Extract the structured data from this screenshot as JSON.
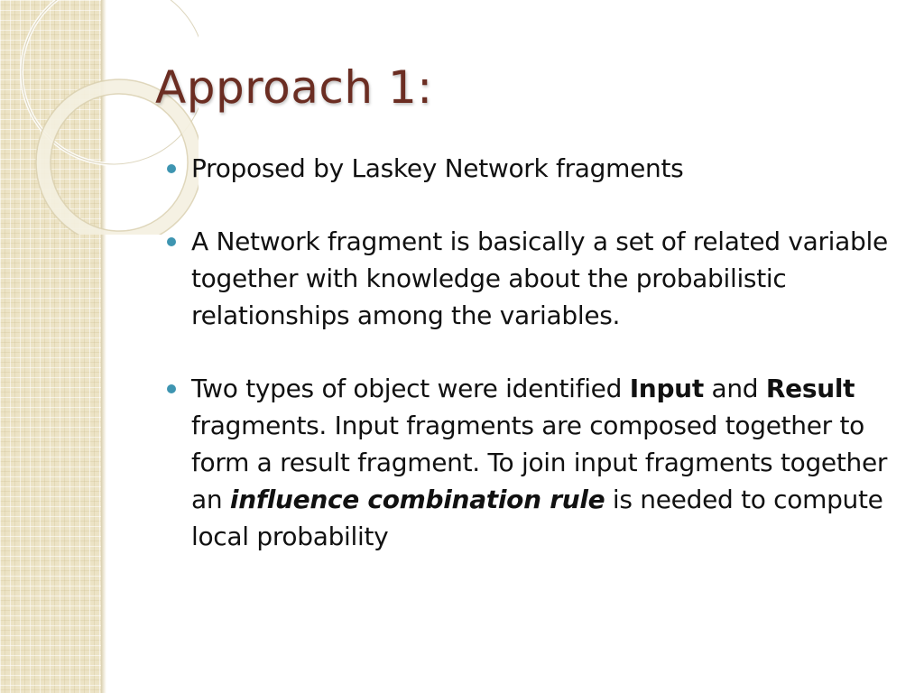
{
  "slide": {
    "title": "Approach 1:",
    "bullets": [
      {
        "parts": [
          {
            "text": "Proposed by Laskey Network fragments",
            "style": "normal"
          }
        ]
      },
      {
        "parts": [
          {
            "text": "A Network fragment is basically a set of related variable together with knowledge about the probabilistic relationships among the variables.",
            "style": "normal"
          }
        ]
      },
      {
        "parts": [
          {
            "text": "Two types of object were identified ",
            "style": "normal"
          },
          {
            "text": "Input",
            "style": "bold"
          },
          {
            "text": " and ",
            "style": "normal"
          },
          {
            "text": "Result",
            "style": "bold"
          },
          {
            "text": " fragments. Input fragments are composed together to form a result fragment. To join input fragments together an ",
            "style": "normal"
          },
          {
            "text": "influence combination rule",
            "style": "bold-italic"
          },
          {
            "text": " is needed to compute local probability",
            "style": "normal"
          }
        ]
      }
    ]
  },
  "colors": {
    "title": "#6b2d22",
    "bullet_marker": "#3e95b1",
    "body_text": "#111111",
    "sidebar": "#ece3c5"
  }
}
